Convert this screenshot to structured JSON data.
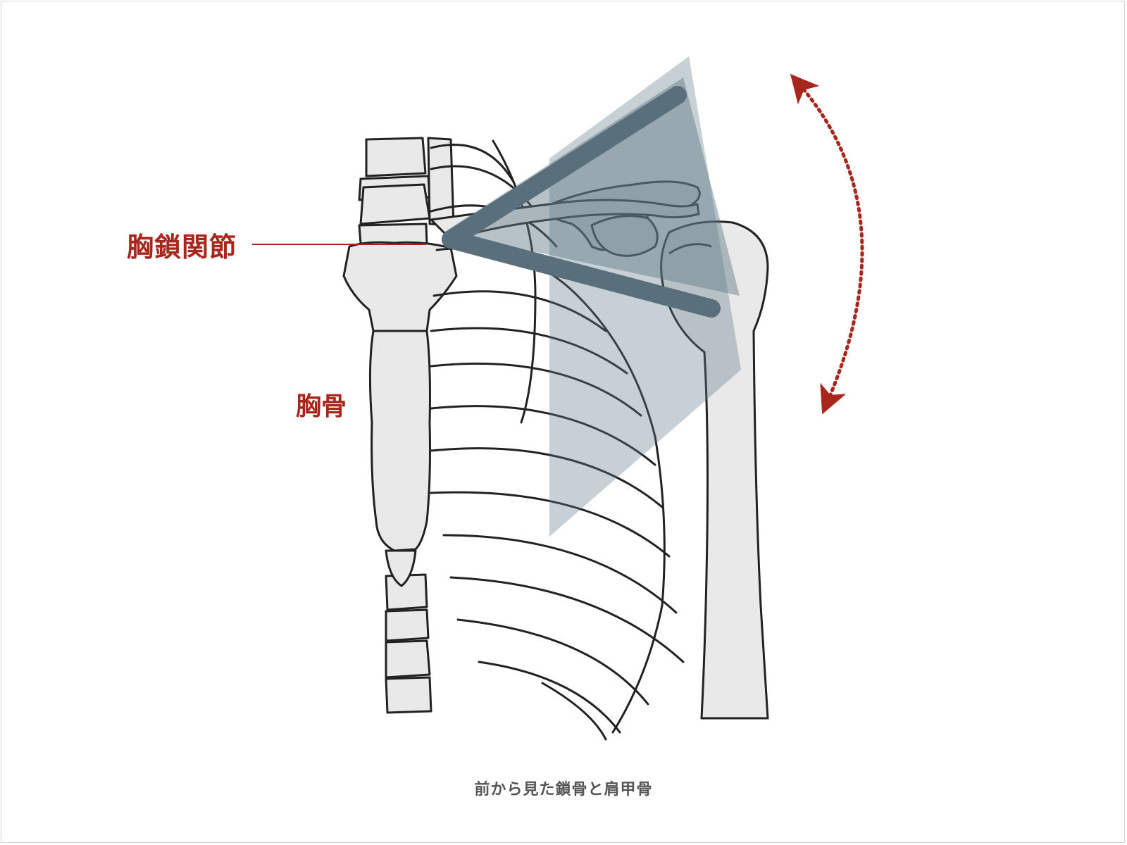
{
  "labels": {
    "sternoclavicular_joint": "胸鎖関節",
    "sternum": "胸骨"
  },
  "caption": "前から見た鎖骨と肩甲骨",
  "colors": {
    "label_red": "#a8261b",
    "motion_arrow": "#a8261b",
    "overlay_fill": "#5e7886",
    "overlay_bar": "#5a6f7c",
    "bone_fill": "#e9e9e9",
    "bone_outline": "#222222",
    "caption_gray": "#555555"
  },
  "icons": {
    "motion_indicator": "dotted-double-headed-curved-arrow"
  }
}
